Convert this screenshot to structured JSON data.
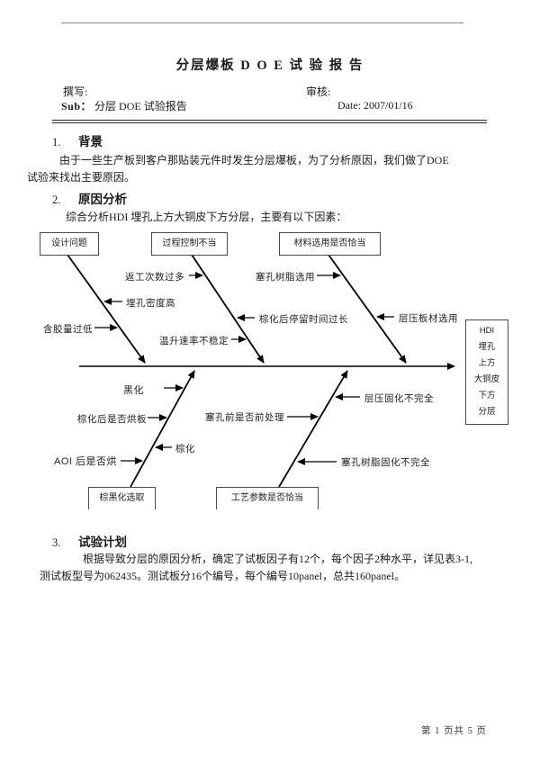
{
  "header": {
    "title": "分层爆板 D O E  试 验 报 告",
    "author_label": "撰写:",
    "reviewer_label": "审核:",
    "sub_label": "Sub：",
    "sub_value": "分层 DOE  试验报告",
    "date_label": "Date: 2007/01/16"
  },
  "sections": [
    {
      "num": "1.",
      "title": "背景",
      "lines": [
        "由于一些生产板到客户那贴装元件时发生分层爆板，为了分析原因，我们做了DOE",
        "试验来找出主要原因。"
      ]
    },
    {
      "num": "2.",
      "title": "原因分析",
      "lines": [
        "综合分析HDI 埋孔上方大铜皮下方分层，主要有以下因素："
      ]
    },
    {
      "num": "3.",
      "title": "试验计划",
      "lines": [
        "根据导致分层的原因分析，确定了试板因子有12个，每个因子2种水平，详见表3-1,",
        "测试板型号为062435。测试板分16个编号，每个编号10panel，总共160panel。"
      ]
    }
  ],
  "diagram": {
    "categories": {
      "design": "设计问题",
      "process": "过程控制不当",
      "material": "材料选用是否恰当",
      "brown_black": "棕黑化选取",
      "craft": "工艺参数是否恰当"
    },
    "effect_lines": [
      "HDI",
      "埋孔",
      "上方",
      "大铜皮",
      "下方",
      "分层"
    ],
    "causes": {
      "rework": "返工次数过多",
      "hole_density": "埋孔密度高",
      "glue_low": "含胶量过低",
      "temp_rise": "温升速率不稳定",
      "plug_resin": "塞孔树脂选用",
      "brown_stay": "棕化后停留时间过长",
      "laminate_material": "层压板材选用",
      "black": "黑化",
      "laminate_cure": "层压固化不完全",
      "brown_bake": "棕化后是否烘板",
      "plug_pretreat": "塞孔前是否前处理",
      "brown": "棕化",
      "aoi_bake": "AOI 后是否烘",
      "plug_resin_cure": "塞孔树脂固化不完全"
    }
  },
  "footer": {
    "page_info": "第 1 页共 5 页"
  }
}
